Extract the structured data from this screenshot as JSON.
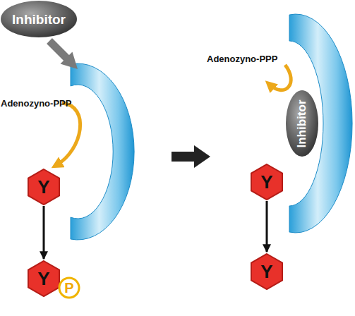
{
  "diagram": {
    "nodes": [
      {
        "text": [
          "Inhibitor"
        ]
      },
      {
        "text": [
          "Y"
        ]
      },
      {
        "text": [
          "Y"
        ]
      },
      {
        "text": [
          "P"
        ]
      },
      {
        "text": [
          "Inhibitor"
        ]
      },
      {
        "text": [
          "Y"
        ]
      },
      {
        "text": [
          "Y"
        ]
      }
    ],
    "edges": [
      {
        "from": 1,
        "to": 2,
        "arrow": "to"
      },
      {
        "from": 5,
        "to": 6,
        "arrow": "to"
      }
    ],
    "labels": [
      "Adenozyno-PPP",
      "Adenozyno-PPP"
    ]
  }
}
